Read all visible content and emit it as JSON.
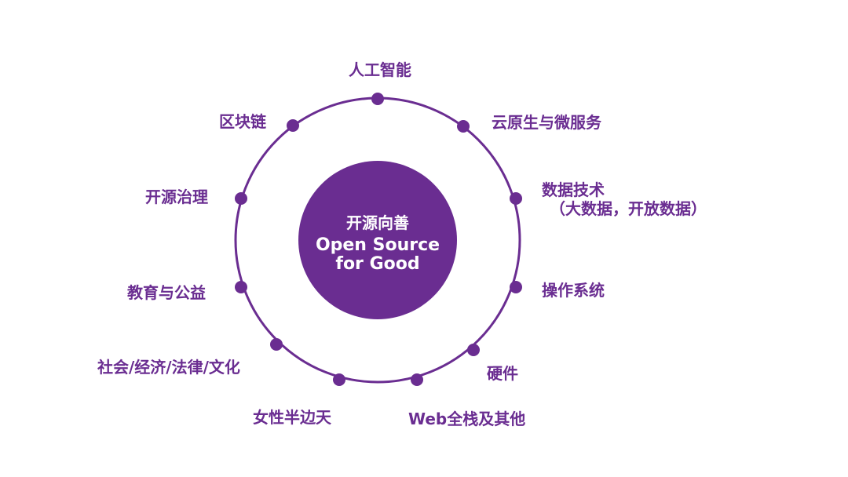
{
  "colors": {
    "primary": "#6a2d91",
    "ring": "#6a2d91",
    "center_fill": "#6a2d91",
    "center_text": "#ffffff",
    "label_text": "#6a2d91",
    "background": "#ffffff"
  },
  "center": {
    "line1": "开源向善",
    "line2": "Open Source",
    "line3": "for Good"
  },
  "topics": [
    {
      "id": "ai",
      "label": "人工智能"
    },
    {
      "id": "cloud-native",
      "label": "云原生与微服务"
    },
    {
      "id": "data-tech",
      "label": "数据技术",
      "sublabel": "（大数据，开放数据）"
    },
    {
      "id": "os",
      "label": "操作系统"
    },
    {
      "id": "hardware",
      "label": "硬件"
    },
    {
      "id": "web-fullstack",
      "label": "Web全栈及其他"
    },
    {
      "id": "women",
      "label": "女性半边天"
    },
    {
      "id": "society",
      "label": "社会/经济/法律/文化"
    },
    {
      "id": "education",
      "label": "教育与公益"
    },
    {
      "id": "governance",
      "label": "开源治理"
    },
    {
      "id": "blockchain",
      "label": "区块链"
    }
  ]
}
